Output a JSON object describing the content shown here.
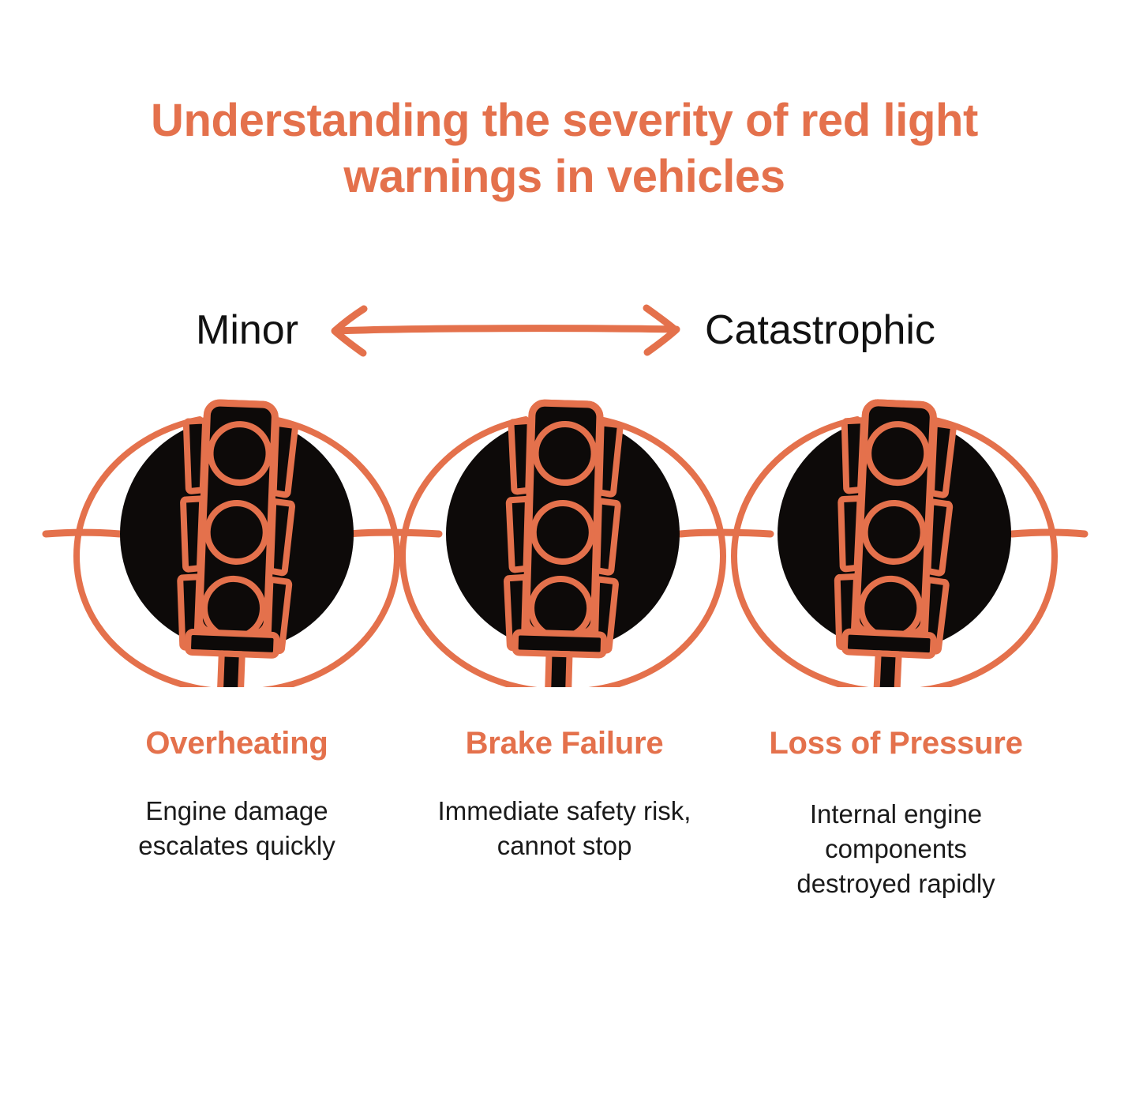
{
  "title": {
    "line1": "Understanding the severity of red light",
    "line2": "warnings in vehicles"
  },
  "scale": {
    "left_label": "Minor",
    "right_label": "Catastrophic",
    "arrow": "double-headed-horizontal-arrow"
  },
  "colors": {
    "accent": "#e4714c",
    "circle_fill": "#0d0a09",
    "text": "#111111",
    "background": "#ffffff"
  },
  "nodes": [
    {
      "icon": "traffic-light-icon",
      "heading": "Overheating",
      "description": "Engine damage escalates quickly"
    },
    {
      "icon": "traffic-light-icon",
      "heading": "Brake Failure",
      "description": "Immediate safety risk, cannot stop"
    },
    {
      "icon": "traffic-light-icon",
      "heading": "Loss of Pressure",
      "description": "Internal engine components destroyed rapidly"
    }
  ],
  "chart_data": {
    "type": "diagram",
    "title": "Understanding the severity of red light warnings in vehicles",
    "axis_label_left": "Minor",
    "axis_label_right": "Catastrophic",
    "categories": [
      "Overheating",
      "Brake Failure",
      "Loss of Pressure"
    ],
    "annotations": [
      "Engine damage escalates quickly",
      "Immediate safety risk, cannot stop",
      "Internal engine components destroyed rapidly"
    ],
    "legend": []
  }
}
